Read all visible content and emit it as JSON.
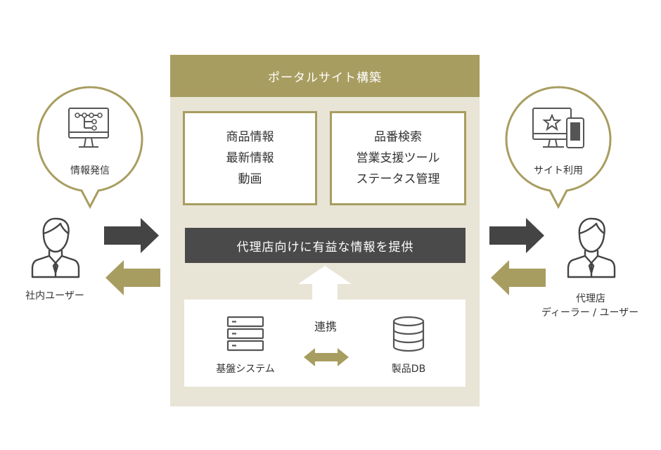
{
  "portal": {
    "title": "ポータルサイト構築",
    "left_box": [
      "商品情報",
      "最新情報",
      "動画"
    ],
    "right_box": [
      "品番検索",
      "営業支援ツール",
      "ステータス管理"
    ],
    "provide_bar": "代理店向けに有益な情報を提供",
    "system": {
      "link_label": "連携",
      "left_label": "基盤システム",
      "right_label": "製品DB"
    }
  },
  "left_actor": {
    "bubble_label": "情報発信",
    "label": "社内ユーザー",
    "bubble_icon": "monitor-tree-icon"
  },
  "right_actor": {
    "bubble_label": "サイト利用",
    "label_line1": "代理店",
    "label_line2": "ディーラー / ユーザー",
    "bubble_icon": "monitor-phone-star-icon"
  },
  "colors": {
    "gold": "#a89d60",
    "dark": "#4a4a4a",
    "panel": "#e8e4d6"
  }
}
